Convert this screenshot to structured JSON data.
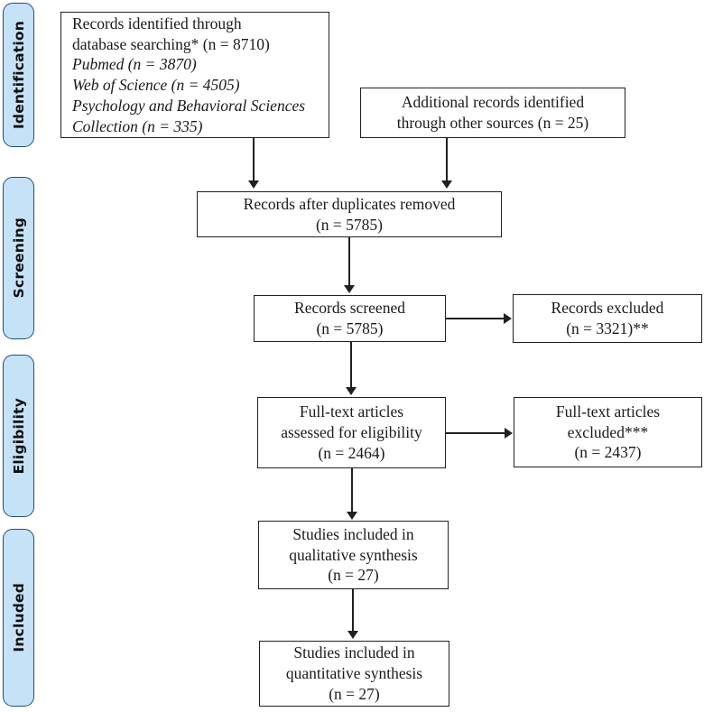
{
  "diagram": {
    "title": "PRISMA flow diagram",
    "type": "prisma-flow",
    "colors": {
      "pill_fill": "#c5e2f7",
      "pill_border": "#1d4f7c",
      "box_border": "#231f20",
      "box_fill": "#ffffff",
      "text": "#1a1a1a",
      "connector": "#231f20"
    }
  },
  "stages": [
    {
      "id": "identification",
      "label": "Identification"
    },
    {
      "id": "screening",
      "label": "Screening"
    },
    {
      "id": "eligibility",
      "label": "Eligibility"
    },
    {
      "id": "included",
      "label": "Included"
    }
  ],
  "boxes": {
    "records_identified": {
      "line1": "Records identified through",
      "line2": "database searching* (n = 8710)",
      "line3": "Pubmed (n = 3870)",
      "line4": "Web of Science (n = 4505)",
      "line5": "Psychology and Behavioral Sciences",
      "line6": "Collection (n = 335)"
    },
    "additional_records": {
      "line1": "Additional records identified",
      "line2": "through other sources (n = 25)"
    },
    "after_duplicates": {
      "line1": "Records after duplicates removed",
      "line2": "(n = 5785)"
    },
    "records_screened": {
      "line1": "Records screened",
      "line2": "(n = 5785)"
    },
    "records_excluded": {
      "line1": "Records excluded",
      "line2": "(n = 3321)**"
    },
    "fulltext_assessed": {
      "line1": "Full-text articles",
      "line2": "assessed for eligibility",
      "line3": "(n = 2464)"
    },
    "fulltext_excluded": {
      "line1": "Full-text articles",
      "line2": "excluded***",
      "line3": "(n = 2437)"
    },
    "qualitative_synthesis": {
      "line1": "Studies included in",
      "line2": "qualitative synthesis",
      "line3": "(n = 27)"
    },
    "quantitative_synthesis": {
      "line1": "Studies included in",
      "line2": "quantitative synthesis",
      "line3": "(n = 27)"
    }
  },
  "chart_data": {
    "type": "diagram",
    "title": "PRISMA flow diagram",
    "stages": [
      "Identification",
      "Screening",
      "Eligibility",
      "Included"
    ],
    "nodes": [
      {
        "id": "records_identified",
        "stage": "Identification",
        "label": "Records identified through database searching*",
        "n": 8710,
        "breakdown": [
          {
            "source": "Pubmed",
            "n": 3870
          },
          {
            "source": "Web of Science",
            "n": 4505
          },
          {
            "source": "Psychology and Behavioral Sciences Collection",
            "n": 335
          }
        ]
      },
      {
        "id": "additional_records",
        "stage": "Identification",
        "label": "Additional records identified through other sources",
        "n": 25
      },
      {
        "id": "after_duplicates",
        "stage": "Screening",
        "label": "Records after duplicates removed",
        "n": 5785
      },
      {
        "id": "records_screened",
        "stage": "Screening",
        "label": "Records screened",
        "n": 5785
      },
      {
        "id": "records_excluded",
        "stage": "Screening",
        "label": "Records excluded**",
        "n": 3321
      },
      {
        "id": "fulltext_assessed",
        "stage": "Eligibility",
        "label": "Full-text articles assessed for eligibility",
        "n": 2464
      },
      {
        "id": "fulltext_excluded",
        "stage": "Eligibility",
        "label": "Full-text articles excluded***",
        "n": 2437
      },
      {
        "id": "qualitative_synthesis",
        "stage": "Included",
        "label": "Studies included in qualitative synthesis",
        "n": 27
      },
      {
        "id": "quantitative_synthesis",
        "stage": "Included",
        "label": "Studies included in quantitative synthesis",
        "n": 27
      }
    ],
    "edges": [
      {
        "from": "records_identified",
        "to": "after_duplicates",
        "direction": "down"
      },
      {
        "from": "additional_records",
        "to": "after_duplicates",
        "direction": "down"
      },
      {
        "from": "after_duplicates",
        "to": "records_screened",
        "direction": "down"
      },
      {
        "from": "records_screened",
        "to": "records_excluded",
        "direction": "right"
      },
      {
        "from": "records_screened",
        "to": "fulltext_assessed",
        "direction": "down"
      },
      {
        "from": "fulltext_assessed",
        "to": "fulltext_excluded",
        "direction": "right"
      },
      {
        "from": "fulltext_assessed",
        "to": "qualitative_synthesis",
        "direction": "down"
      },
      {
        "from": "qualitative_synthesis",
        "to": "quantitative_synthesis",
        "direction": "down"
      }
    ]
  }
}
